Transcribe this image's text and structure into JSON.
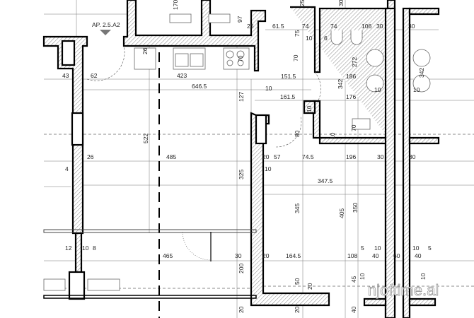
{
  "plan": {
    "apartment_label": "AP. 2.5.A2",
    "watermark": "njoftime.al",
    "dimensions": {
      "d170": "170",
      "d97": "97",
      "d26a": "26",
      "d25": "25",
      "d30top": "30",
      "d61_5": "61.5",
      "d74a": "74",
      "d74b": "74",
      "d106": "106",
      "d30a": "30",
      "d30b": "30",
      "d75": "75",
      "d10a": "10",
      "d6": "6",
      "d70a": "70",
      "d70b": "70",
      "d26b": "26",
      "d43": "43",
      "d62": "62",
      "d423": "423",
      "d151_5": "151.5",
      "d186": "186",
      "d272": "272",
      "d646_5": "646.5",
      "d10b": "10",
      "d342a": "342",
      "d10c": "10",
      "d10d": "10",
      "d342b": "342",
      "d127": "127",
      "d161_5": "161.5",
      "d176": "176",
      "d10e": "10",
      "d70c": "70",
      "d10f": "10",
      "d80": "80",
      "d522": "522",
      "d26c": "26",
      "d485": "485",
      "d20a": "20",
      "d57": "57",
      "d74_5": "74.5",
      "d196": "196",
      "d30c": "30",
      "d30d": "30",
      "d4": "4",
      "d10g": "10",
      "d325": "325",
      "d347_5": "347.5",
      "d345": "345",
      "d405": "405",
      "d350": "350",
      "d12": "12",
      "d10h": "10",
      "d8": "8",
      "d465": "465",
      "d30e": "30",
      "d20b": "20",
      "d164_5": "164.5",
      "d108": "108",
      "d5a": "5",
      "d10i": "10",
      "d40a": "40",
      "d60": "60",
      "d10j": "10",
      "d40b": "40",
      "d5b": "5",
      "d200": "200",
      "d50": "50",
      "d20c": "20",
      "d45": "45",
      "d10k": "10",
      "d10l": "10",
      "d20d": "20",
      "d40c": "40",
      "d20e": "20"
    }
  }
}
